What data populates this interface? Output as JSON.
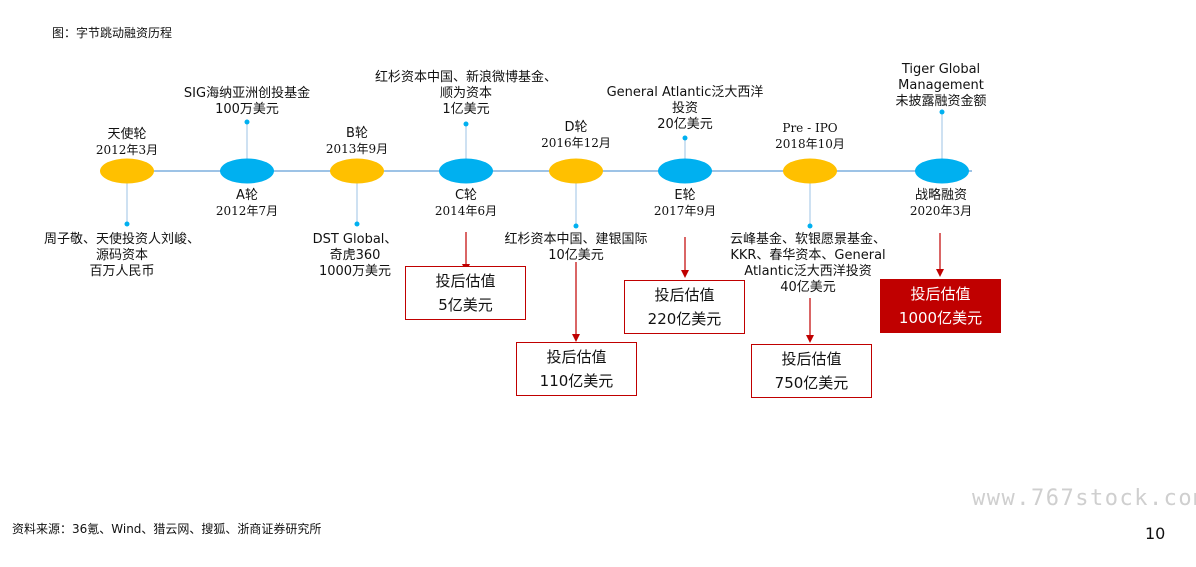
{
  "caption": "图：字节跳动融资历程",
  "source": "资料来源：36氪、Wind、猎云网、搜狐、浙商证券研究所",
  "page_number": "10",
  "watermark": "www.767stock.com",
  "colors": {
    "gold": "#ffc000",
    "blue": "#00b0f0",
    "line": "#9dc3e6",
    "red": "#c00000"
  },
  "rounds": [
    {
      "round": "天使轮",
      "date": "2012年3月",
      "investors": [
        "周子敬、天使投资人刘峻、",
        "源码资本",
        "百万人民币"
      ]
    },
    {
      "round": "A轮",
      "date": "2012年7月",
      "investors": [
        "SIG海纳亚洲创投基金",
        "100万美元"
      ]
    },
    {
      "round": "B轮",
      "date": "2013年9月",
      "investors": [
        "DST Global、",
        "奇虎360",
        "1000万美元"
      ]
    },
    {
      "round": "C轮",
      "date": "2014年6月",
      "investors": [
        "红杉资本中国、新浪微博基金、",
        "顺为资本",
        "1亿美元"
      ],
      "valuation": [
        "投后估值",
        "5亿美元"
      ]
    },
    {
      "round": "D轮",
      "date": "2016年12月",
      "investors": [
        "红杉资本中国、建银国际",
        "10亿美元"
      ],
      "valuation": [
        "投后估值",
        "110亿美元"
      ]
    },
    {
      "round": "E轮",
      "date": "2017年9月",
      "investors": [
        "General Atlantic泛大西洋",
        "投资",
        "20亿美元"
      ],
      "valuation": [
        "投后估值",
        "220亿美元"
      ]
    },
    {
      "round": "Pre - IPO",
      "date": "2018年10月",
      "investors": [
        "云峰基金、软银愿景基金、",
        "KKR、春华资本、General",
        "Atlantic泛大西洋投资",
        "40亿美元"
      ],
      "valuation": [
        "投后估值",
        "750亿美元"
      ]
    },
    {
      "round": "战略融资",
      "date": "2020年3月",
      "investors": [
        "Tiger Global",
        "Management",
        "未披露融资金额"
      ],
      "valuation": [
        "投后估值",
        "1000亿美元"
      ]
    }
  ]
}
